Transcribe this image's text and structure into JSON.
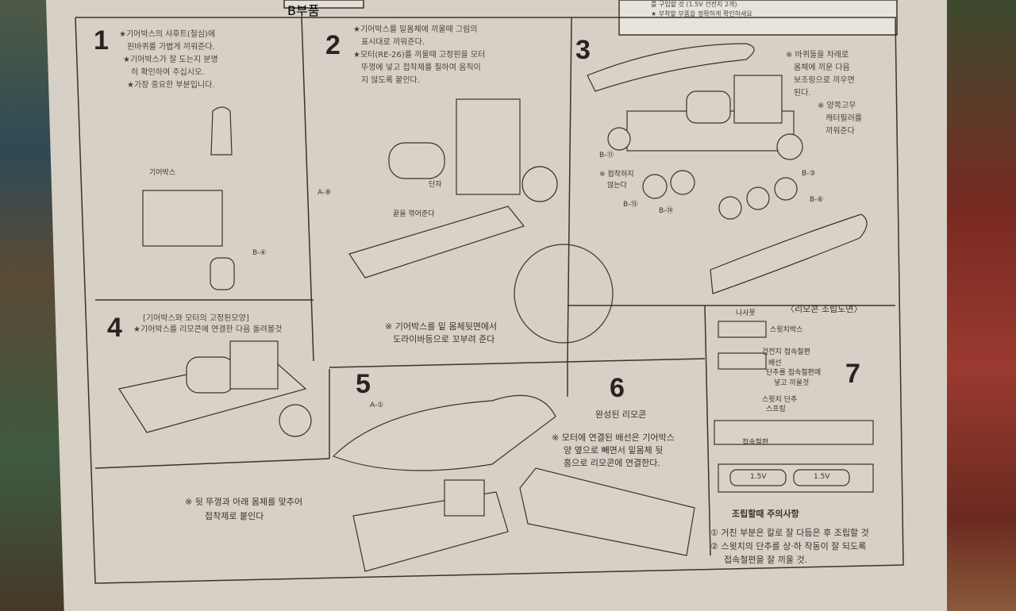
{
  "top_strip": {
    "tab_label": "B부품",
    "note_lines": [
      "를 구입할 것 (1.5V 건전지 2개)",
      "★ 부착할 부품을 정확하게 확인하세요"
    ]
  },
  "steps": [
    {
      "number": "1",
      "notes": [
        "★기어박스의 샤후트(철심)에",
        "핀바퀴를 가볍게 끼워준다.",
        "★기어박스가 잘 도는지 분명",
        "히 확인하여 주십시오.",
        "★가장 중요한 부분입니다."
      ],
      "labels": [
        "기어박스",
        "B-④"
      ]
    },
    {
      "number": "2",
      "notes": [
        "★기어박스를 밑몸체에 끼울때 그림의",
        "표시대로 끼워준다.",
        "★모터(RE-26)를 끼울때 고정핀을 모터",
        "뚜껑에 넣고 접착제를 칠하여 움직이",
        "지 않도록 붙인다."
      ],
      "labels": [
        "A-⑧",
        "단자",
        "끝을 꺾어준다"
      ],
      "footnote": [
        "※ 기어박스를 밑 몸체뒷면에서",
        "도라이바등으로 꼬부려 준다"
      ]
    },
    {
      "number": "3",
      "notes": [
        "※ 바퀴들을 차례로",
        "몸체에 끼운 다음",
        "보조링으로 끼우면",
        "된다.",
        "※ 양쪽고무",
        "캐터필러를",
        "끼워준다"
      ],
      "labels": [
        "B-⑪",
        "※ 접착하지",
        "않는다",
        "B-⑬",
        "B-⑭",
        "B-③",
        "B-⑥"
      ]
    },
    {
      "number": "4",
      "notes": [
        "[기어박스와 모터의 고정된모양]",
        "★기어박스를 리모콘에 연결한 다음 돌려볼것"
      ]
    },
    {
      "number": "5",
      "labels": [
        "A-①"
      ],
      "footnote": [
        "※ 뒷 뚜껑과 아래 몸체를 맞추어",
        "접착제로 붙인다"
      ]
    },
    {
      "number": "6",
      "title": "완성된 리모콘",
      "notes": [
        "※ 모터에 연결된 배선은 기어박스",
        "양 옆으로 빼면서 밑몸체 뒷",
        "홈으로 리모콘에 연결한다."
      ]
    },
    {
      "number": "7",
      "title": "〈리모콘 조립도면〉",
      "labels": [
        "나사못",
        "스윗치박스",
        "건전지 접속철편",
        "배선",
        "단추를 접속철편에",
        "넣고 끼울것",
        "스윗치 단추",
        "스프링",
        "접속철편",
        "1.5V",
        "1.5V"
      ]
    }
  ],
  "cautions": {
    "title": "조립할때 주의사항",
    "items": [
      "① 거친 부분은 칼로 잘 다듬은 후 조립할 것",
      "② 스윗치의 단추를 상·하 작동이 잘 되도록",
      "접속철편을 잘 끼울 것."
    ]
  }
}
